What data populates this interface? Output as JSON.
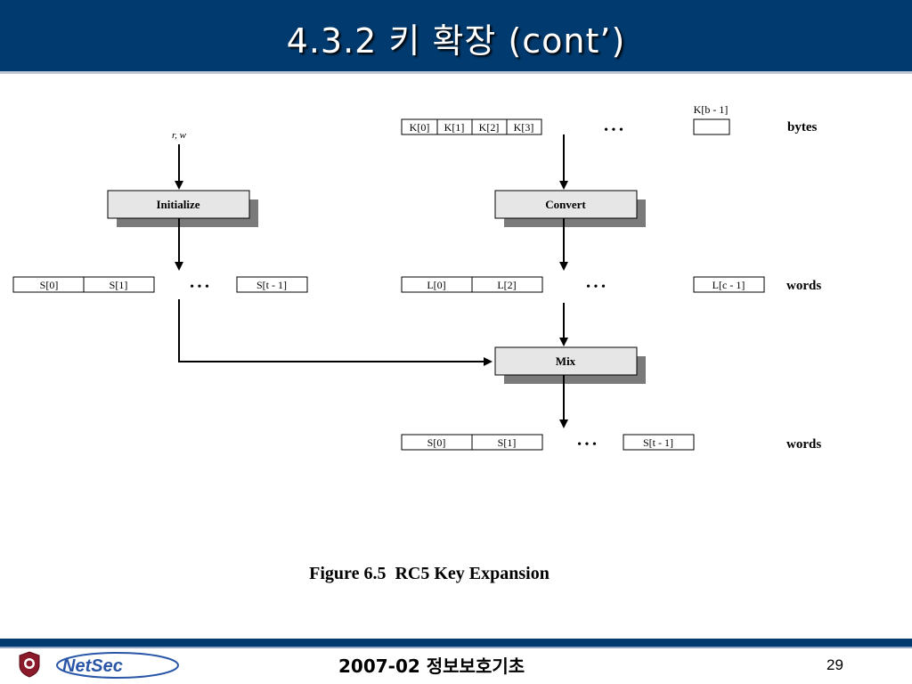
{
  "slide": {
    "title": "4.3.2 키 확장 (cont’)",
    "footer_text": "2007-02 정보보호기초",
    "page_number": "29",
    "logo_text": "NetSec"
  },
  "figure": {
    "caption": "Figure 6.5  RC5 Key Expansion",
    "input_label": "r, w",
    "initialize_label": "Initialize",
    "convert_label": "Convert",
    "mix_label": "Mix",
    "key_last_label": "K[b - 1]",
    "bytes_label": "bytes",
    "words_label_1": "words",
    "words_label_2": "words",
    "ellipsis": "• • •",
    "key_cells": [
      "K[0]",
      "K[1]",
      "K[2]",
      "K[3]"
    ],
    "s_top_cells": [
      "S[0]",
      "S[1]"
    ],
    "s_top_last": "S[t - 1]",
    "l_cells": [
      "L[0]",
      "L[2]"
    ],
    "l_last": "L[c - 1]",
    "s_bottom_cells": [
      "S[0]",
      "S[1]"
    ],
    "s_bottom_last": "S[t - 1]"
  },
  "colors": {
    "title_bar": "#003a6e",
    "box_fill": "#e6e6e6",
    "box_shadow": "#7a7a7a"
  }
}
